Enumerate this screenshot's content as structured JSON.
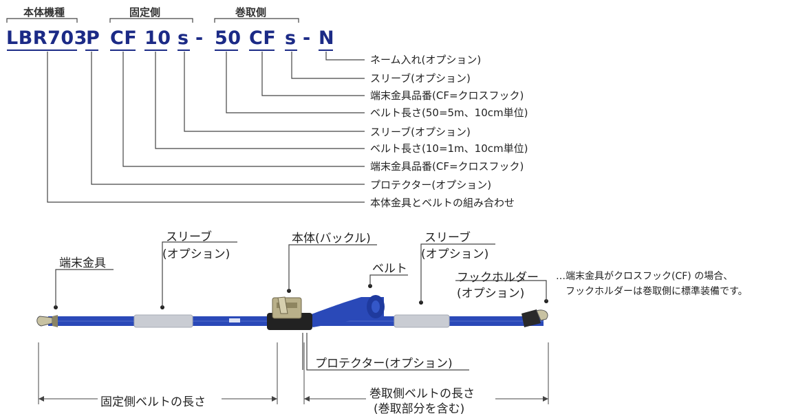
{
  "groups": {
    "body_model": "本体機種",
    "fixed_side": "固定側",
    "wind_side": "巻取側"
  },
  "code_parts": {
    "model": "LBR703",
    "p": "P",
    "cf1": "CF",
    "n10": "10",
    "s1": "s",
    "dash1": "-",
    "n50": "50",
    "cf2": "CF",
    "s2": "s",
    "dash2": "-",
    "n": "N"
  },
  "legend": [
    "ネーム入れ(オプション)",
    "スリーブ(オプション)",
    "端末金具品番(CF=クロスフック)",
    "ベルト長さ(50=5m、10cm単位)",
    "スリーブ(オプション)",
    "ベルト長さ(10=1m、10cm単位)",
    "端末金具品番(CF=クロスフック)",
    "プロテクター(オプション)",
    "本体金具とベルトの組み合わせ"
  ],
  "diagram": {
    "end_fitting": "端末金具",
    "sleeve_left_1": "スリーブ",
    "sleeve_left_2": "(オプション)",
    "body_buckle": "本体(バックル)",
    "belt": "ベルト",
    "sleeve_right_1": "スリーブ",
    "sleeve_right_2": "(オプション)",
    "hook_holder_1": "フックホルダー",
    "hook_holder_2": "(オプション)",
    "note_1": "…端末金具がクロスフック(CF) の場合、",
    "note_2": "フックホルダーは巻取側に標準装備です。",
    "protector": "プロテクター(オプション)",
    "fixed_length": "固定側ベルトの長さ",
    "wind_length_1": "巻取側ベルトの長さ",
    "wind_length_2": "(巻取部分を含む)"
  },
  "colors": {
    "code_blue": "#1b2a86",
    "belt_blue": "#2a49b8",
    "sleeve_gray": "#c9ccd3",
    "line_gray": "#444444"
  }
}
